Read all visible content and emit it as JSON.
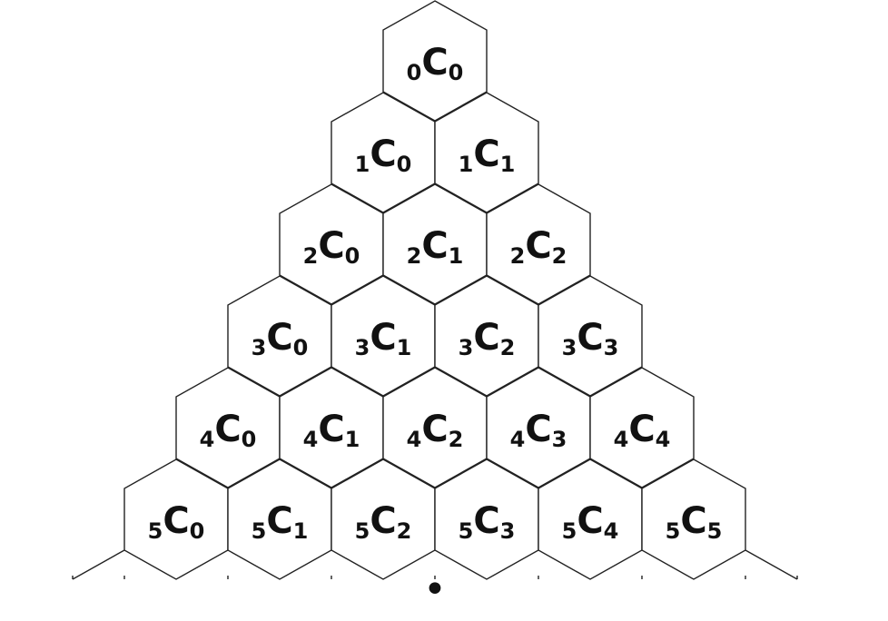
{
  "diagram": {
    "rows": [
      [
        {
          "n": "0",
          "c": "C",
          "k": "0"
        }
      ],
      [
        {
          "n": "1",
          "c": "C",
          "k": "0"
        },
        {
          "n": "1",
          "c": "C",
          "k": "1"
        }
      ],
      [
        {
          "n": "2",
          "c": "C",
          "k": "0"
        },
        {
          "n": "2",
          "c": "C",
          "k": "1"
        },
        {
          "n": "2",
          "c": "C",
          "k": "2"
        }
      ],
      [
        {
          "n": "3",
          "c": "C",
          "k": "0"
        },
        {
          "n": "3",
          "c": "C",
          "k": "1"
        },
        {
          "n": "3",
          "c": "C",
          "k": "2"
        },
        {
          "n": "3",
          "c": "C",
          "k": "3"
        }
      ],
      [
        {
          "n": "4",
          "c": "C",
          "k": "0"
        },
        {
          "n": "4",
          "c": "C",
          "k": "1"
        },
        {
          "n": "4",
          "c": "C",
          "k": "2"
        },
        {
          "n": "4",
          "c": "C",
          "k": "3"
        },
        {
          "n": "4",
          "c": "C",
          "k": "4"
        }
      ],
      [
        {
          "n": "5",
          "c": "C",
          "k": "0"
        },
        {
          "n": "5",
          "c": "C",
          "k": "1"
        },
        {
          "n": "5",
          "c": "C",
          "k": "2"
        },
        {
          "n": "5",
          "c": "C",
          "k": "3"
        },
        {
          "n": "5",
          "c": "C",
          "k": "4"
        },
        {
          "n": "5",
          "c": "C",
          "k": "5"
        }
      ]
    ],
    "continuation_marker": "•"
  },
  "colors": {
    "background": "#ffffff",
    "stroke": "#222222",
    "text": "#111111"
  }
}
